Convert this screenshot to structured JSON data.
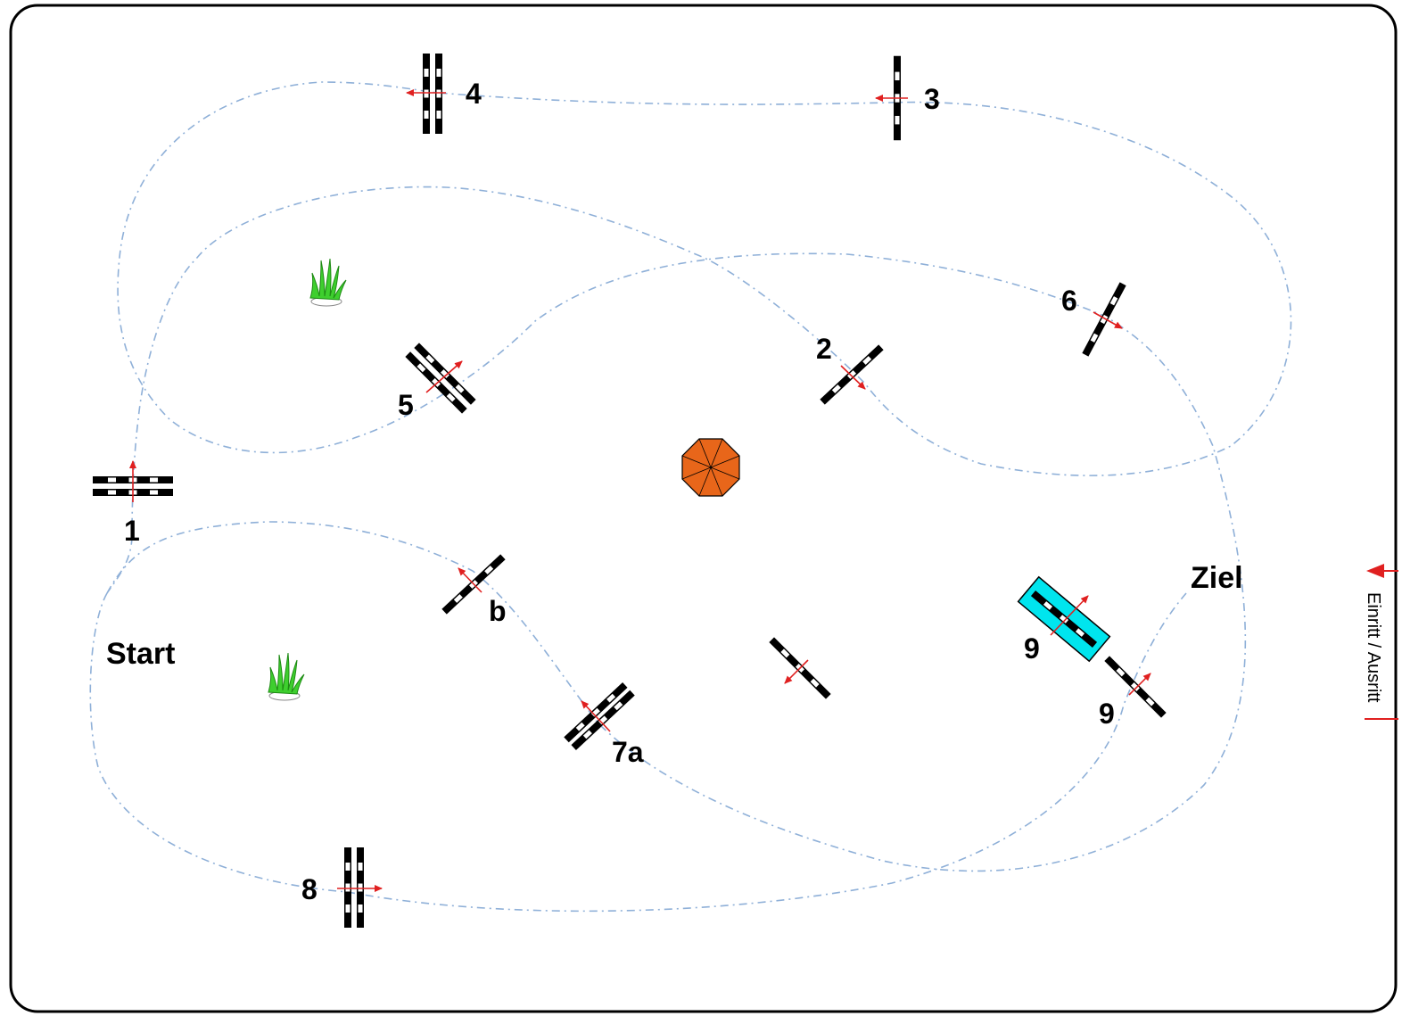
{
  "labels": {
    "start": "Start",
    "ziel": "Ziel",
    "entrance": "Einritt / Ausritt",
    "fence_1": "1",
    "fence_2": "2",
    "fence_3": "3",
    "fence_4": "4",
    "fence_5": "5",
    "fence_6": "6",
    "fence_7a": "7a",
    "fence_7b": "b",
    "fence_8": "8",
    "fence_9a": "9",
    "fence_9b": "9"
  },
  "colors": {
    "course_line": "#8fb0d8",
    "direction_arrow": "#e02020",
    "water": "#00e5ee",
    "umbrella": "#e8661a",
    "plant": "#3ecf2e"
  },
  "icons": [
    "jump-fence-icon",
    "direction-arrow-icon",
    "umbrella-icon",
    "plant-icon",
    "water-ditch-icon",
    "entrance-arrow-icon"
  ]
}
